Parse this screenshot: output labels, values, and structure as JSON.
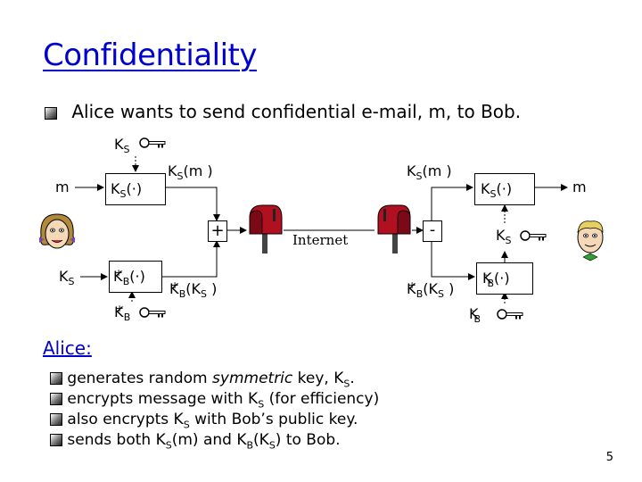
{
  "slide": {
    "title": "Confidentiality",
    "intro": "Alice wants to send confidential e-mail, m, to Bob.",
    "page_number": "5"
  },
  "diagram": {
    "ks_top": {
      "base": "K",
      "sub": "S"
    },
    "m_left": "m",
    "m_right": "m",
    "ks_enc": {
      "base": "K",
      "sub": "S",
      "suffix": "(·)"
    },
    "ks_m_left": {
      "base": "K",
      "sub": "S",
      "suffix": "(m )"
    },
    "ks_m_right": {
      "base": "K",
      "sub": "S",
      "suffix": "(m )"
    },
    "ks_dec": {
      "base": "K",
      "sub": "S",
      "suffix": "(·)"
    },
    "plus_symbol": "+",
    "minus_symbol": "-",
    "internet": "Internet",
    "ks_left": {
      "base": "K",
      "sub": "S"
    },
    "ks_right": {
      "base": "K",
      "sub": "S"
    },
    "kb_plus_enc": {
      "base": "K",
      "sub": "B",
      "sup": "+",
      "suffix": "(·)"
    },
    "kb_plus_ks_left": {
      "base": "K",
      "sub": "B",
      "sup": "+",
      "arg_base": "(K",
      "arg_sub": "S",
      "arg_end": " )"
    },
    "kb_plus_ks_right": {
      "base": "K",
      "sub": "B",
      "sup": "+",
      "arg_base": "(K",
      "arg_sub": "S",
      "arg_end": " )"
    },
    "kb_minus_dec": {
      "base": "K",
      "sub": "B",
      "sup": "-",
      "suffix": "(·)"
    },
    "kb_plus_key": {
      "base": "K",
      "sub": "B",
      "sup": "+"
    },
    "kb_minus_key": {
      "base": "K",
      "sub": "B",
      "sup": "-"
    }
  },
  "alice": {
    "heading": "Alice:",
    "bullets": [
      {
        "pre": "generates random ",
        "em": "symmetric",
        "post": "  key, K",
        "sub": "S",
        "end": "."
      },
      {
        "pre": " encrypts message with K",
        "sub": "S",
        "post": " (for efficiency)"
      },
      {
        "pre": " also encrypts K",
        "sub": "S",
        "post": " with Bob’s public key."
      },
      {
        "pre": "sends both K",
        "sub": "S",
        "mid": "(m) and K",
        "sub2": "B",
        "mid2": "(K",
        "sub3": "S",
        "end": ") to Bob."
      }
    ]
  },
  "colors": {
    "title": "#0000cc",
    "alice_heading": "#0000cc",
    "mailbox": "#b01020"
  },
  "icons": [
    "key-icon",
    "alice-face-icon",
    "bob-face-icon",
    "mailbox-icon"
  ]
}
